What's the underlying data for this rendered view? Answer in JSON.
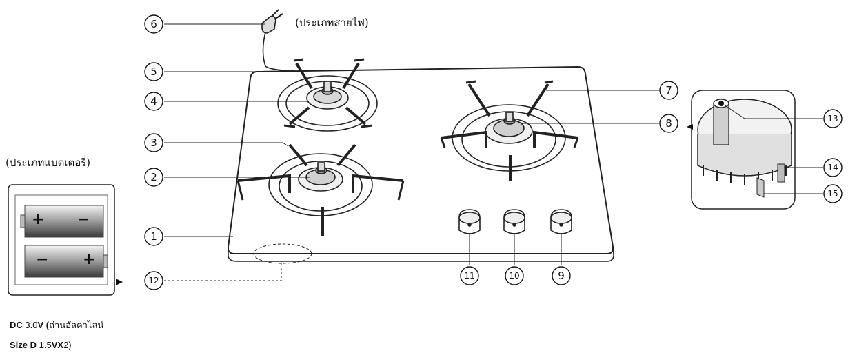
{
  "labels": {
    "power_cord_type": "(ประเภทสายไฟ)",
    "battery_type": "(ประเภทแบตเตอรี่)"
  },
  "battery_note": {
    "line1_bold1": "DC",
    "line1_value": "3.0",
    "line1_bold2": "V (",
    "line1_text": "ถ่านอัลคาไลน์",
    "line2_bold1": "Size D",
    "line2_value": "1.5",
    "line2_bold2": "VX",
    "line2_text": "2)"
  },
  "battery_symbols": {
    "plus": "+",
    "minus": "−"
  },
  "callouts": [
    "①",
    "②",
    "③",
    "④",
    "⑤",
    "⑥",
    "⑦",
    "⑧",
    "⑨",
    "⑩",
    "⑪",
    "⑫",
    "⑬",
    "⑭",
    "⑮"
  ]
}
